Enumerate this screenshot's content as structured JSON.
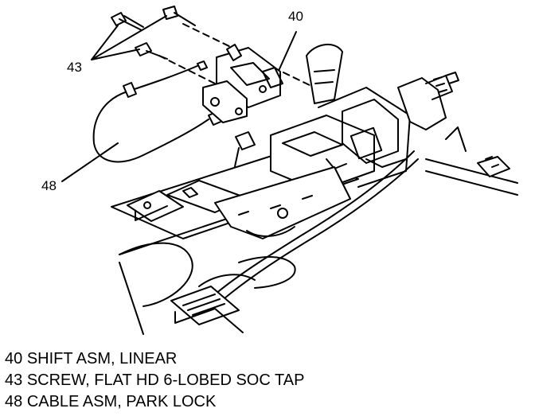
{
  "callouts": {
    "c40": "40",
    "c43": "43",
    "c48": "48"
  },
  "legend": [
    {
      "number": "40",
      "description": "SHIFT ASM, LINEAR"
    },
    {
      "number": "43",
      "description": "SCREW, FLAT HD 6-LOBED SOC TAP"
    },
    {
      "number": "48",
      "description": "CABLE ASM, PARK LOCK"
    }
  ],
  "colors": {
    "line": "#000000",
    "background": "#ffffff"
  }
}
